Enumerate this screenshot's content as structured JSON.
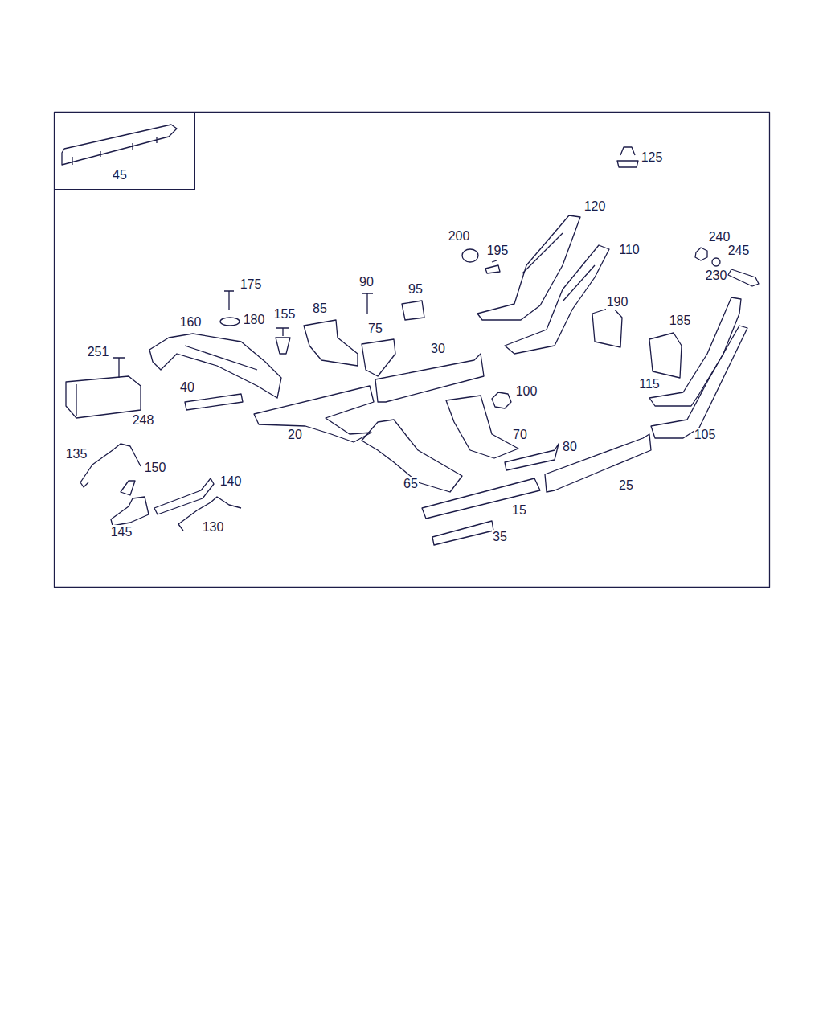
{
  "diagram": {
    "nodes": [
      {
        "text": [
          "45"
        ]
      }
    ],
    "labels": [
      "125",
      "120",
      "200",
      "195",
      "110",
      "240",
      "245",
      "230",
      "175",
      "90",
      "95",
      "190",
      "155",
      "85",
      "180",
      "160",
      "75",
      "185",
      "251",
      "30",
      "40",
      "115",
      "100",
      "248",
      "20",
      "70",
      "105",
      "135",
      "80",
      "150",
      "140",
      "65",
      "25",
      "15",
      "145",
      "130",
      "35"
    ]
  }
}
